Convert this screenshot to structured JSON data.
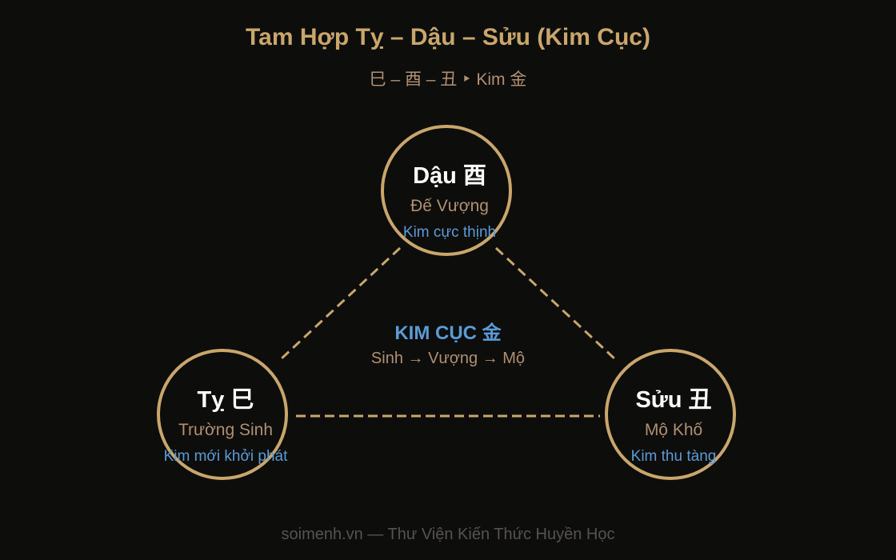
{
  "header": {
    "title": "Tam Hợp Tỵ – Dậu – Sửu (Kim Cục)",
    "subtitle": "巳 – 酉 – 丑 ‣ Kim 金"
  },
  "nodes": [
    {
      "name": "Dậu 酉",
      "stage": "Đế Vượng",
      "desc": "Kim cực thịnh"
    },
    {
      "name": "Tỵ 巳",
      "stage": "Trường Sinh",
      "desc": "Kim mới khởi phát"
    },
    {
      "name": "Sửu 丑",
      "stage": "Mộ Khố",
      "desc": "Kim thu tàng"
    }
  ],
  "center": {
    "title": "KIM CỤC 金",
    "cycle": "Sinh → Vượng → Mộ"
  },
  "footer": {
    "text": "soimenh.vn — Thư Viện Kiến Thức Huyền Học"
  },
  "colors": {
    "background": "#0d0d0c",
    "gold": "#c9a66b",
    "muted_gold": "#b09070",
    "blue": "#5b9bd5",
    "white": "#ffffff",
    "footer_gray": "#55534f"
  }
}
